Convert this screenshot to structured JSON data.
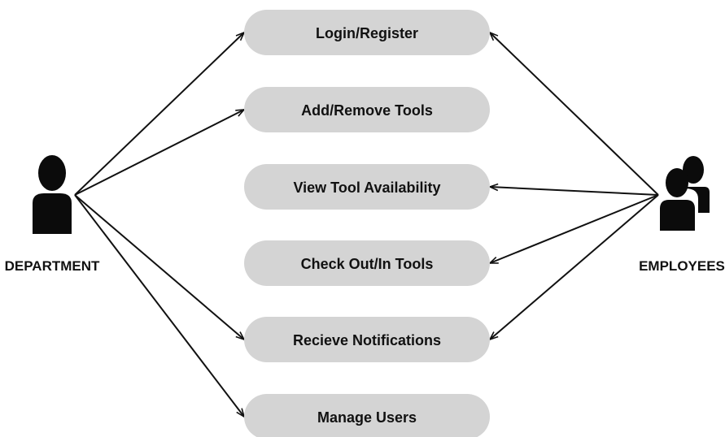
{
  "actors": {
    "department": {
      "label": "DEPARTMENT",
      "icon": "person-icon"
    },
    "employees": {
      "label": "EMPLOYEES",
      "icon": "group-icon"
    }
  },
  "use_cases": [
    {
      "label": "Login/Register"
    },
    {
      "label": "Add/Remove Tools"
    },
    {
      "label": "View Tool Availability"
    },
    {
      "label": "Check Out/In Tools"
    },
    {
      "label": "Recieve Notifications"
    },
    {
      "label": "Manage Users"
    }
  ],
  "associations": [
    {
      "from": "department",
      "to": "Login/Register"
    },
    {
      "from": "department",
      "to": "Add/Remove Tools"
    },
    {
      "from": "department",
      "to": "Recieve Notifications"
    },
    {
      "from": "department",
      "to": "Manage Users"
    },
    {
      "from": "employees",
      "to": "Login/Register"
    },
    {
      "from": "employees",
      "to": "View Tool Availability"
    },
    {
      "from": "employees",
      "to": "Check Out/In Tools"
    },
    {
      "from": "employees",
      "to": "Recieve Notifications"
    }
  ],
  "colors": {
    "usecase_fill": "#d4d4d4",
    "line": "#111111",
    "actor": "#0b0b0b",
    "text": "#111111"
  }
}
